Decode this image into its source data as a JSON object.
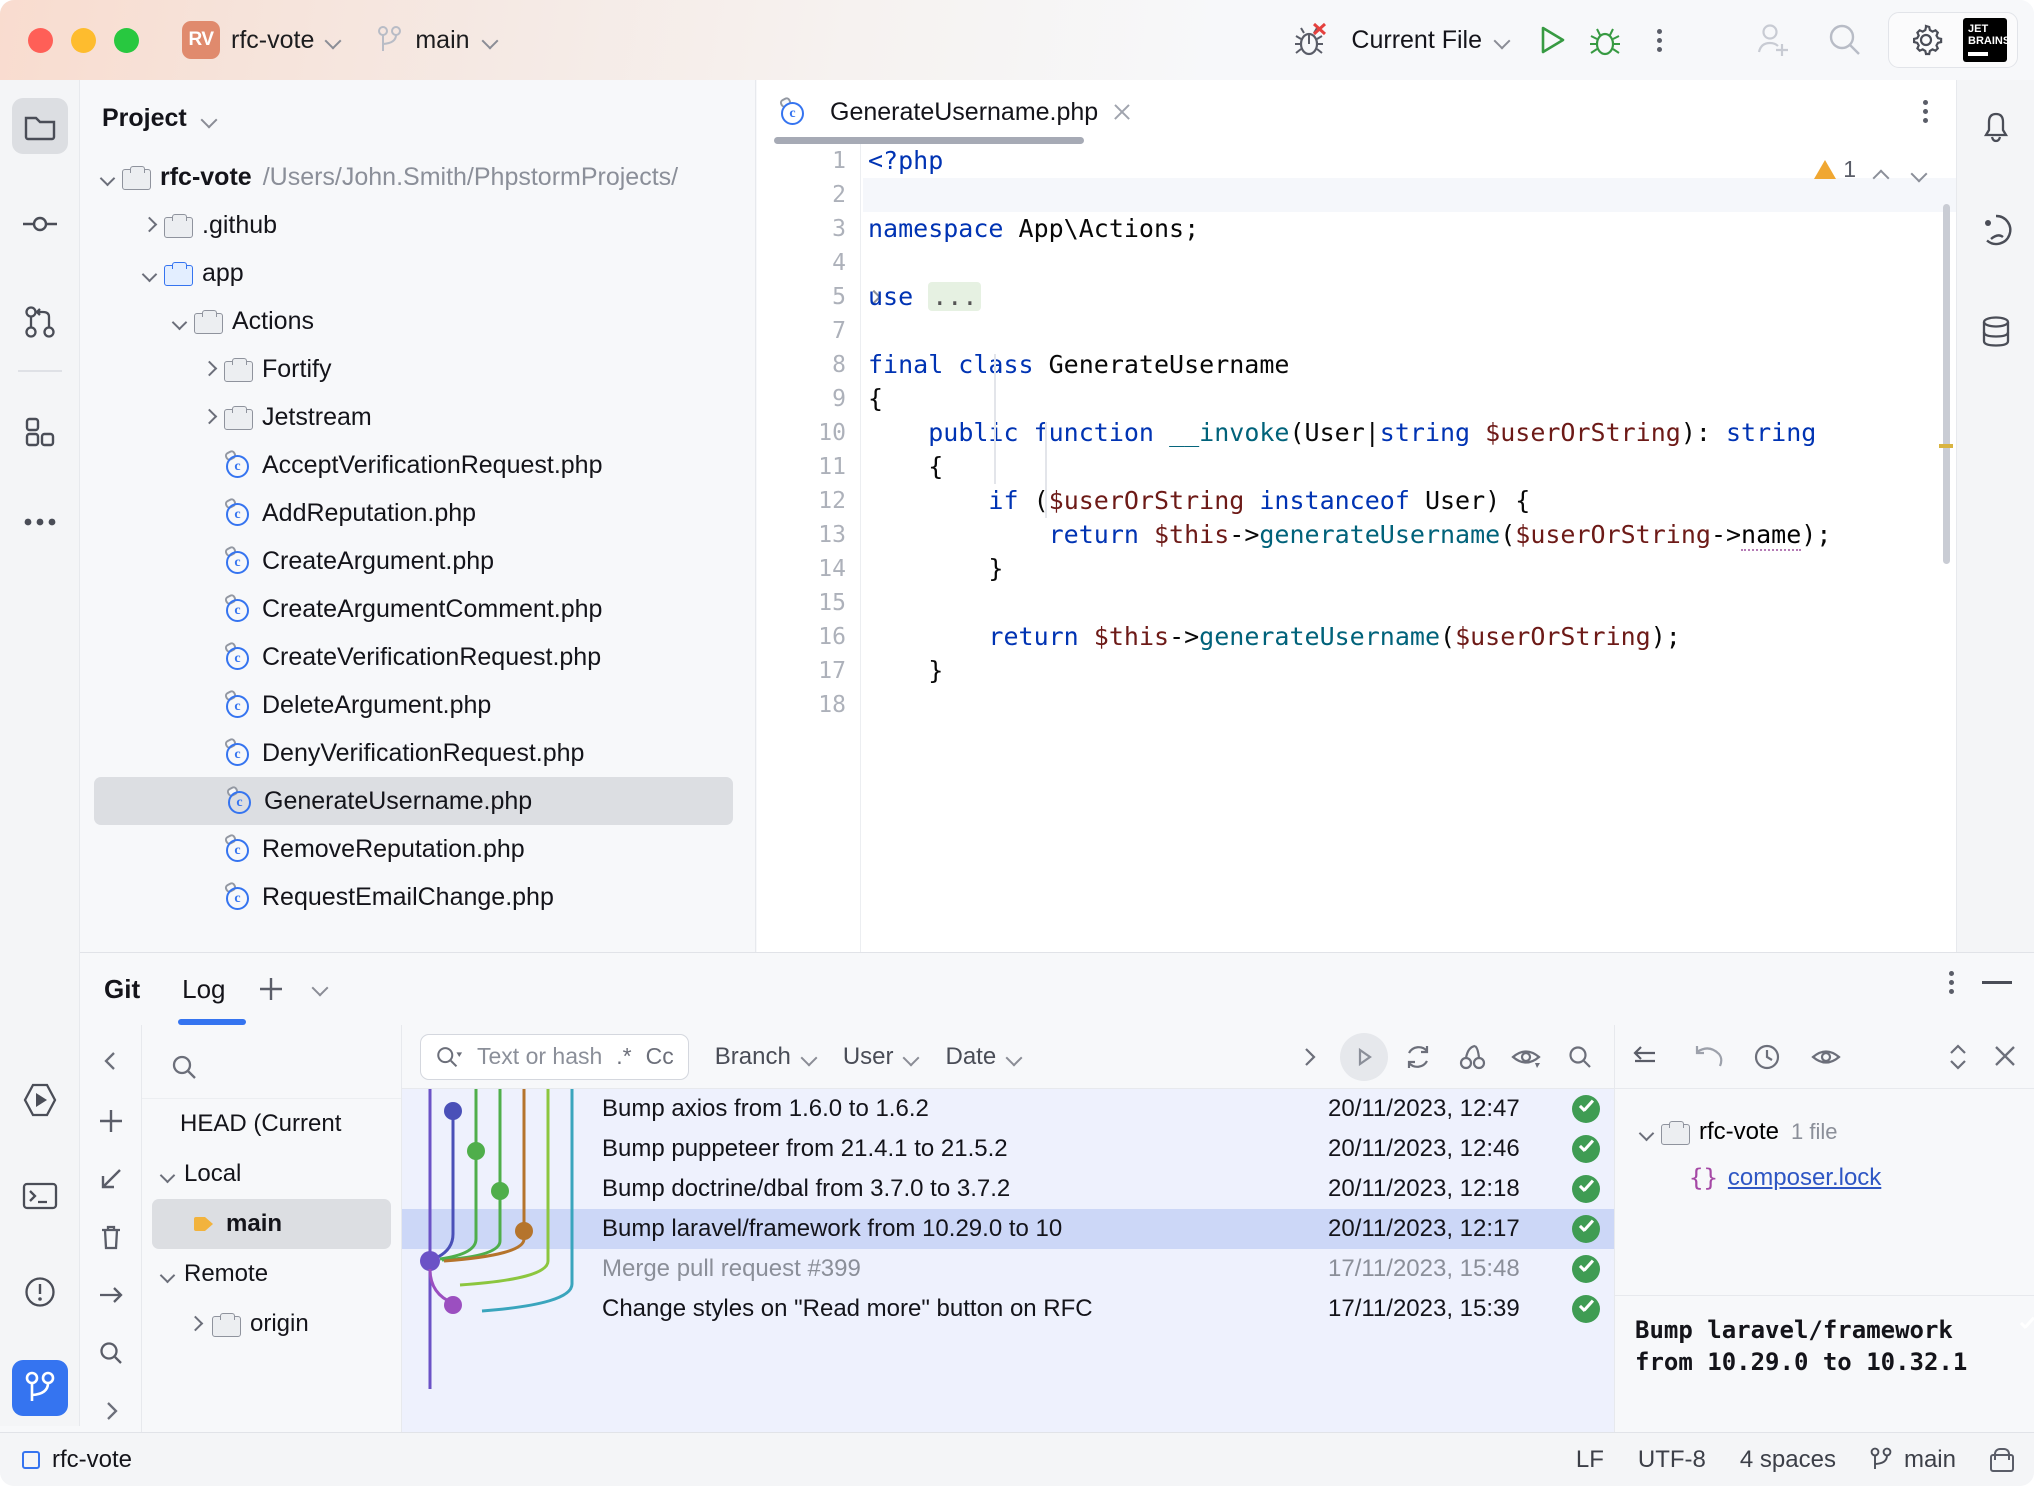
{
  "titlebar": {
    "project_badge": "RV",
    "project_name": "rfc-vote",
    "branch_name": "main",
    "run_config": "Current File",
    "icons": {
      "debug_stop": "bug-with-x-icon",
      "run": "run-icon",
      "debug": "debug-icon",
      "more": "more-actions-icon",
      "add_user": "add-user-icon",
      "search_everywhere": "search-icon",
      "settings": "gear-icon",
      "jetbrains": "jetbrains-logo"
    },
    "jetbrains_line1": "JET",
    "jetbrains_line2": "BRAINS"
  },
  "left_rail": [
    {
      "name": "project-tool-window",
      "icon": "folder-icon",
      "active": true
    },
    {
      "name": "commit-tool-window",
      "icon": "commit-icon",
      "active": false
    },
    {
      "name": "pull-requests-tool-window",
      "icon": "pull-request-icon",
      "active": false
    },
    {
      "name": "plugins-tool-window",
      "icon": "plugins-icon",
      "active": false
    },
    {
      "name": "more-tool-windows",
      "icon": "ellipsis-icon",
      "active": false
    }
  ],
  "left_rail_bottom": [
    {
      "name": "run-tool-window",
      "icon": "run-hex-icon"
    },
    {
      "name": "terminal-tool-window",
      "icon": "terminal-icon"
    },
    {
      "name": "problems-tool-window",
      "icon": "warning-circle-icon"
    },
    {
      "name": "git-tool-window",
      "icon": "git-branch-icon",
      "active": true
    }
  ],
  "right_rail": [
    {
      "name": "notifications",
      "icon": "bell-icon"
    },
    {
      "name": "ai-assistant",
      "icon": "ai-assistant-icon"
    },
    {
      "name": "database",
      "icon": "database-icon"
    }
  ],
  "project_panel": {
    "title": "Project",
    "tree": [
      {
        "label": "rfc-vote",
        "path": "/Users/John.Smith/PhpstormProjects/",
        "type": "folder",
        "twist": "open",
        "indent": 0,
        "bold": true
      },
      {
        "label": ".github",
        "type": "folder",
        "twist": "closed",
        "indent": 1
      },
      {
        "label": "app",
        "type": "folder-blue",
        "twist": "open",
        "indent": 1
      },
      {
        "label": "Actions",
        "type": "folder",
        "twist": "open",
        "indent": 2
      },
      {
        "label": "Fortify",
        "type": "folder",
        "twist": "closed",
        "indent": 3
      },
      {
        "label": "Jetstream",
        "type": "folder",
        "twist": "closed",
        "indent": 3
      },
      {
        "label": "AcceptVerificationRequest.php",
        "type": "php",
        "indent": 3
      },
      {
        "label": "AddReputation.php",
        "type": "php",
        "indent": 3
      },
      {
        "label": "CreateArgument.php",
        "type": "php",
        "indent": 3
      },
      {
        "label": "CreateArgumentComment.php",
        "type": "php",
        "indent": 3
      },
      {
        "label": "CreateVerificationRequest.php",
        "type": "php",
        "indent": 3
      },
      {
        "label": "DeleteArgument.php",
        "type": "php",
        "indent": 3
      },
      {
        "label": "DenyVerificationRequest.php",
        "type": "php",
        "indent": 3
      },
      {
        "label": "GenerateUsername.php",
        "type": "php",
        "indent": 3,
        "selected": true
      },
      {
        "label": "RemoveReputation.php",
        "type": "php",
        "indent": 3
      },
      {
        "label": "RequestEmailChange.php",
        "type": "php",
        "indent": 3
      }
    ]
  },
  "editor": {
    "tab_name": "GenerateUsername.php",
    "tab_icon": "php-class-icon",
    "warning_count": "1",
    "lines": [
      {
        "n": "1",
        "tokens": [
          {
            "t": "<?php",
            "c": "k"
          }
        ]
      },
      {
        "n": "2",
        "tokens": [],
        "highlight": true
      },
      {
        "n": "3",
        "tokens": [
          {
            "t": "namespace",
            "c": "k"
          },
          {
            "t": " App\\Actions;",
            "c": "plain"
          }
        ]
      },
      {
        "n": "4",
        "tokens": []
      },
      {
        "n": "5",
        "tokens": [
          {
            "t": "use",
            "c": "k"
          },
          {
            "t": " ",
            "c": "plain"
          },
          {
            "t": "...",
            "c": "fold"
          }
        ],
        "fold": true
      },
      {
        "n": "7",
        "tokens": []
      },
      {
        "n": "8",
        "tokens": [
          {
            "t": "final class",
            "c": "k"
          },
          {
            "t": " GenerateUsername",
            "c": "plain"
          }
        ]
      },
      {
        "n": "9",
        "tokens": [
          {
            "t": "{",
            "c": "plain"
          }
        ]
      },
      {
        "n": "10",
        "tokens": [
          {
            "t": "    ",
            "c": "plain"
          },
          {
            "t": "public function",
            "c": "k"
          },
          {
            "t": " ",
            "c": "plain"
          },
          {
            "t": "__invoke",
            "c": "fn"
          },
          {
            "t": "(User|",
            "c": "plain"
          },
          {
            "t": "string",
            "c": "k"
          },
          {
            "t": " ",
            "c": "plain"
          },
          {
            "t": "$userOrString",
            "c": "varr"
          },
          {
            "t": "): ",
            "c": "plain"
          },
          {
            "t": "string",
            "c": "k"
          }
        ]
      },
      {
        "n": "11",
        "tokens": [
          {
            "t": "    {",
            "c": "plain"
          }
        ]
      },
      {
        "n": "12",
        "tokens": [
          {
            "t": "        ",
            "c": "plain"
          },
          {
            "t": "if",
            "c": "k"
          },
          {
            "t": " (",
            "c": "plain"
          },
          {
            "t": "$userOrString",
            "c": "varr"
          },
          {
            "t": " ",
            "c": "plain"
          },
          {
            "t": "instanceof",
            "c": "k"
          },
          {
            "t": " User) {",
            "c": "plain"
          }
        ]
      },
      {
        "n": "13",
        "tokens": [
          {
            "t": "            ",
            "c": "plain"
          },
          {
            "t": "return",
            "c": "k"
          },
          {
            "t": " ",
            "c": "plain"
          },
          {
            "t": "$this",
            "c": "varr"
          },
          {
            "t": "->",
            "c": "plain"
          },
          {
            "t": "generateUsername",
            "c": "fn"
          },
          {
            "t": "(",
            "c": "plain"
          },
          {
            "t": "$userOrString",
            "c": "varr"
          },
          {
            "t": "->",
            "c": "plain"
          },
          {
            "t": "name",
            "c": "squig"
          },
          {
            "t": ");",
            "c": "plain"
          }
        ]
      },
      {
        "n": "14",
        "tokens": [
          {
            "t": "        }",
            "c": "plain"
          }
        ]
      },
      {
        "n": "15",
        "tokens": []
      },
      {
        "n": "16",
        "tokens": [
          {
            "t": "        ",
            "c": "plain"
          },
          {
            "t": "return",
            "c": "k"
          },
          {
            "t": " ",
            "c": "plain"
          },
          {
            "t": "$this",
            "c": "varr"
          },
          {
            "t": "->",
            "c": "plain"
          },
          {
            "t": "generateUsername",
            "c": "fn"
          },
          {
            "t": "(",
            "c": "plain"
          },
          {
            "t": "$userOrString",
            "c": "varr"
          },
          {
            "t": ");",
            "c": "plain"
          }
        ]
      },
      {
        "n": "17",
        "tokens": [
          {
            "t": "    }",
            "c": "plain"
          }
        ]
      },
      {
        "n": "18",
        "tokens": []
      }
    ]
  },
  "git": {
    "panel_word": "Git",
    "tab_label": "Log",
    "add_tab_icon": "plus-icon",
    "tab_options_icon": "chevron-down-icon",
    "options_icon": "more-options-icon",
    "minimize_icon": "minimize-icon",
    "side_rail": [
      {
        "name": "git-add",
        "icon": "plus-icon"
      },
      {
        "name": "git-pull-down",
        "icon": "arrow-down-left-icon"
      },
      {
        "name": "git-delete",
        "icon": "trash-icon"
      },
      {
        "name": "git-rebase",
        "icon": "arrow-right-icon"
      },
      {
        "name": "git-search",
        "icon": "search-icon"
      },
      {
        "name": "git-expand",
        "icon": "chevron-right-icon"
      }
    ],
    "branches": {
      "head_label": "HEAD (Current",
      "local_label": "Local",
      "local_items": [
        {
          "label": "main",
          "selected": true,
          "icon": "tag-icon"
        }
      ],
      "remote_label": "Remote",
      "remote_items": [
        {
          "label": "origin",
          "icon": "folder-icon"
        }
      ]
    },
    "toolbar": {
      "search_placeholder": "Text or hash",
      "regex_label": ".*",
      "case_label": "Cc",
      "filters": [
        "Branch",
        "User",
        "Date"
      ],
      "overflow_icon": "chevron-right-icon",
      "actions": [
        "run-icon",
        "refresh-icon",
        "cherry-pick-icon",
        "eye-icon",
        "search-icon"
      ]
    },
    "commits": [
      {
        "subject": "Bump axios from 1.6.0 to 1.6.2",
        "date": "20/11/2023, 12:47",
        "status": "success"
      },
      {
        "subject": "Bump puppeteer from 21.4.1 to 21.5.2",
        "date": "20/11/2023, 12:46",
        "status": "success"
      },
      {
        "subject": "Bump doctrine/dbal from 3.7.0 to 3.7.2",
        "date": "20/11/2023, 12:18",
        "status": "success"
      },
      {
        "subject": "Bump laravel/framework from 10.29.0 to 10",
        "date": "20/11/2023, 12:17",
        "status": "success",
        "selected": true
      },
      {
        "subject": "Merge pull request #399",
        "date": "17/11/2023, 15:48",
        "status": "success",
        "dim": true
      },
      {
        "subject": "Change styles on \"Read more\" button on RFC",
        "date": "17/11/2023, 15:39",
        "status": "success"
      }
    ],
    "details": {
      "toolbar_icons": [
        "show-diff-icon",
        "revert-icon",
        "history-icon",
        "preview-icon",
        "expand-collapse-icon",
        "close-icon"
      ],
      "root_label": "rfc-vote",
      "root_count": "1 file",
      "files": [
        {
          "name": "composer.lock",
          "icon": "json-icon"
        }
      ],
      "commit_message": "Bump laravel/framework\nfrom 10.29.0 to 10.32.1",
      "status": "success"
    }
  },
  "statusbar": {
    "project": "rfc-vote",
    "line_separator": "LF",
    "encoding": "UTF-8",
    "indent": "4 spaces",
    "branch": "main",
    "lock_icon": "lock-icon"
  }
}
